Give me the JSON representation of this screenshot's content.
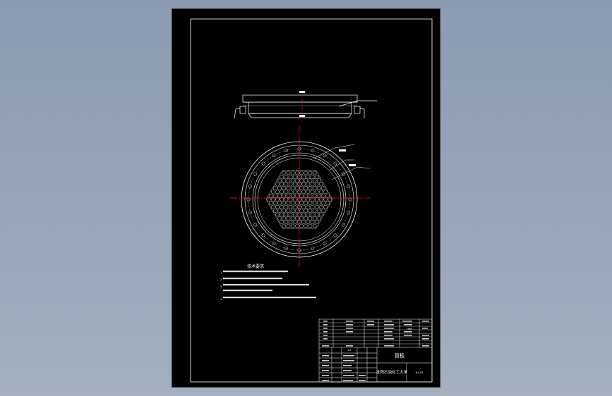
{
  "colors": {
    "background": "#95a2b5",
    "sheet": "#000000",
    "line": "#ffffff",
    "centerline": "#ff2020",
    "leader": "#ffffff"
  },
  "technical_requirements": {
    "title": "技术要求",
    "items": [
      "1.",
      "2.",
      "3.",
      "4."
    ]
  },
  "title_block": {
    "part_name": "管板",
    "school": "沈阳石油化工大学",
    "drawing_no": "H4-03",
    "scale": "1:5",
    "material": "16Mn"
  }
}
